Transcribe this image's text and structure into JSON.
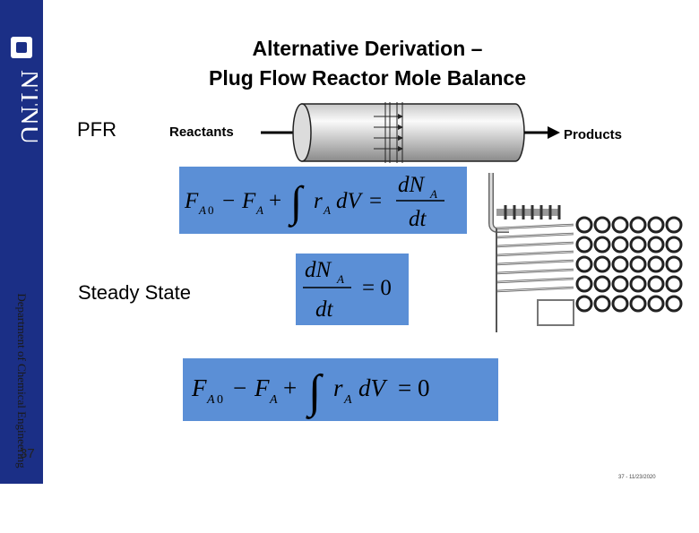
{
  "sidebar": {
    "brand": "NTNU",
    "department": "Department of Chemical Engineering",
    "slide_number": "37"
  },
  "title": {
    "line1": "Alternative Derivation –",
    "line2": "Plug Flow Reactor Mole Balance"
  },
  "labels": {
    "pfr": "PFR",
    "steady_state": "Steady State"
  },
  "diagram": {
    "reactants": "Reactants",
    "products": "Products"
  },
  "footer": {
    "text": "37 - 11/23/2020"
  },
  "colors": {
    "sidebar": "#1b2f86",
    "equation_box": "#5b8fd6"
  }
}
